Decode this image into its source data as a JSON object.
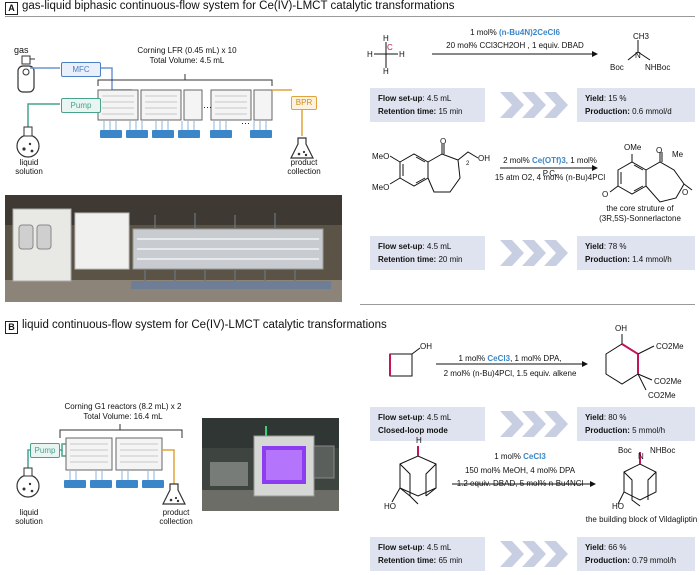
{
  "section_a": {
    "letter": "A",
    "title": "gas-liquid biphasic continuous-flow system for Ce(IV)-LMCT catalytic transformations",
    "setup": {
      "gas": "gas",
      "mfc": "MFC",
      "pump": "Pump",
      "reactor_title": "Corning LFR (0.45 mL) x 10",
      "total_volume": "Total Volume:  4.5 mL",
      "bpr": "BPR",
      "liquid": "liquid\nsolution",
      "product": "product\ncollection"
    },
    "reaction1": {
      "cond1_prefix": "1 mol% ",
      "cond1_hl": "(n-Bu4N)2CeCl6",
      "cond2": "20 mol% CCl3CH2OH , 1 equiv. DBAD",
      "reactant_atoms": {
        "c": "C",
        "h": "H"
      },
      "product_atoms": {
        "ch3": "CH3",
        "n": "N",
        "boc": "Boc",
        "nhboc": "NHBoc"
      },
      "flow_label": "Flow set-up",
      "flow_value": ": 4.5 mL",
      "ret_label": "Retention time:",
      "ret_value": " 15 min",
      "yield_label": "Yield",
      "yield_value": ": 15 %",
      "prod_label": "Production:",
      "prod_value": " 0.6 mmol/d"
    },
    "reaction2": {
      "cond1_a": "2 mol% ",
      "cond1_hl": "Ce(OTf)3",
      "cond1_b": ", 1 mol% P.C.",
      "cond2": "15 atm O2, 4 mol% (n-Bu)4PCl",
      "reactant_atoms": {
        "meo1": "MeO",
        "meo2": "MeO",
        "o": "O",
        "oh": "OH",
        "n2": "2"
      },
      "product_atoms": {
        "ome": "OMe",
        "me": "Me",
        "o1": "O",
        "o2": "O",
        "o3": "O"
      },
      "product_caption1": "the core struture of",
      "product_caption2": "(3R,5S)-Sonnerlactone",
      "flow_label": "Flow set-up",
      "flow_value": ": 4.5 mL",
      "ret_label": "Retention time:",
      "ret_value": " 20 min",
      "yield_label": "Yield",
      "yield_value": ": 78 %",
      "prod_label": "Production:",
      "prod_value": " 1.4 mmol/h"
    }
  },
  "section_b": {
    "letter": "B",
    "title": "liquid continuous-flow system for Ce(IV)-LMCT catalytic transformations",
    "setup": {
      "pump": "Pump",
      "reactor_title": "Corning G1 reactors (8.2 mL) x 2",
      "total_volume": "Total Volume:  16.4 mL",
      "liquid": "liquid\nsolution",
      "product": "product\ncollection"
    },
    "reaction3": {
      "cond1_a": "1 mol% ",
      "cond1_hl": "CeCl3",
      "cond1_b": ", 1 mol% DPA,",
      "cond2": "2 mol% (n-Bu)4PCl, 1.5 equiv. alkene",
      "reactant_atoms": {
        "oh": "OH"
      },
      "product_atoms": {
        "oh": "OH",
        "co2me1": "CO2Me",
        "co2me2": "CO2Me",
        "co2me3": "CO2Me"
      },
      "flow_label": "Flow set-up",
      "flow_value": ": 4.5 mL",
      "mode": "Closed-loop mode",
      "yield_label": "Yield",
      "yield_value": ": 80 %",
      "prod_label": "Production:",
      "prod_value": " 5 mmol/h"
    },
    "reaction4": {
      "cond1_a": "1 mol% ",
      "cond1_hl": "CeCl3",
      "cond2": "150 mol% MeOH, 4 mol% DPA",
      "cond3": "1.2 equiv. DBAD, 5 mol% n-Bu4NCl",
      "reactant_atoms": {
        "h": "H",
        "ho": "HO"
      },
      "product_atoms": {
        "boc": "Boc",
        "n": "N",
        "nhboc": "NHBoc",
        "ho": "HO"
      },
      "product_caption": "the building block of Vildagliptin",
      "flow_label": "Flow set-up",
      "flow_value": ": 4.5 mL",
      "ret_label": "Retention time:",
      "ret_value": " 65 min",
      "yield_label": "Yield",
      "yield_value": ": 66 %",
      "prod_label": "Production:",
      "prod_value": " 0.79 mmol/h"
    }
  },
  "colors": {
    "accent": "#3a86c8",
    "info_bg": "#dfe3ef",
    "mfc": "#4b7fc6",
    "pump": "#47a38d",
    "bpr": "#e0a33b",
    "pink_bond": "#c0145b"
  }
}
